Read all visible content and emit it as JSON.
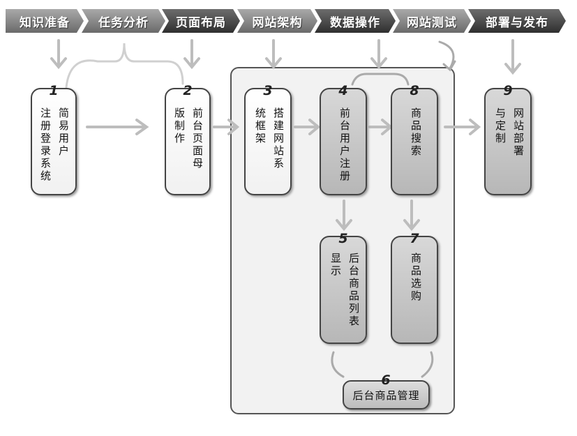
{
  "stages": [
    "知识准备",
    "任务分析",
    "页面布局",
    "网站架构",
    "数据操作",
    "网站测试",
    "部署与发布"
  ],
  "steps": {
    "s1": {
      "num": "1",
      "col1": "简易用户",
      "col2": "注册登录系统"
    },
    "s2": {
      "num": "2",
      "col1": "前台页面母",
      "col2": "版制作"
    },
    "s3": {
      "num": "3",
      "col1": "搭建网站系",
      "col2": "统框架"
    },
    "s4": {
      "num": "4",
      "col1": "前台用户注册"
    },
    "s8": {
      "num": "8",
      "col1": "商品搜索"
    },
    "s9": {
      "num": "9",
      "col1": "网站部署",
      "col2": "与定制"
    },
    "s5": {
      "num": "5",
      "col1": "后台商品列表",
      "col2": "显示"
    },
    "s7": {
      "num": "7",
      "col1": "商品选购"
    },
    "s6": {
      "num": "6",
      "label": "后台商品管理"
    }
  }
}
